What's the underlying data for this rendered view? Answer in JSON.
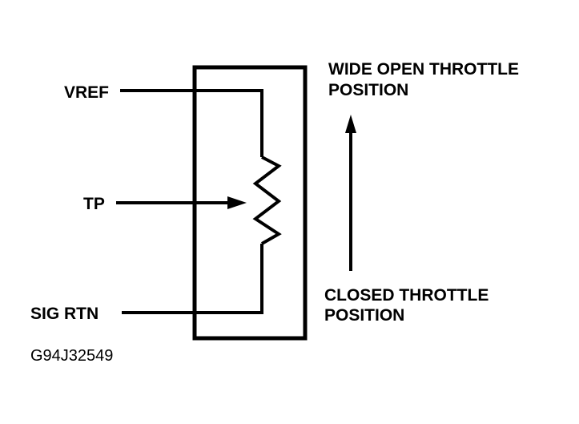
{
  "labels": {
    "vref": "VREF",
    "tp": "TP",
    "sig_rtn": "SIG RTN",
    "wide_open_line1": "WIDE OPEN THROTTLE",
    "wide_open_line2": "POSITION",
    "closed_line1": "CLOSED THROTTLE",
    "closed_line2": "POSITION",
    "figure_id": "G94J32549"
  },
  "colors": {
    "ink": "#000000",
    "background": "#ffffff"
  }
}
